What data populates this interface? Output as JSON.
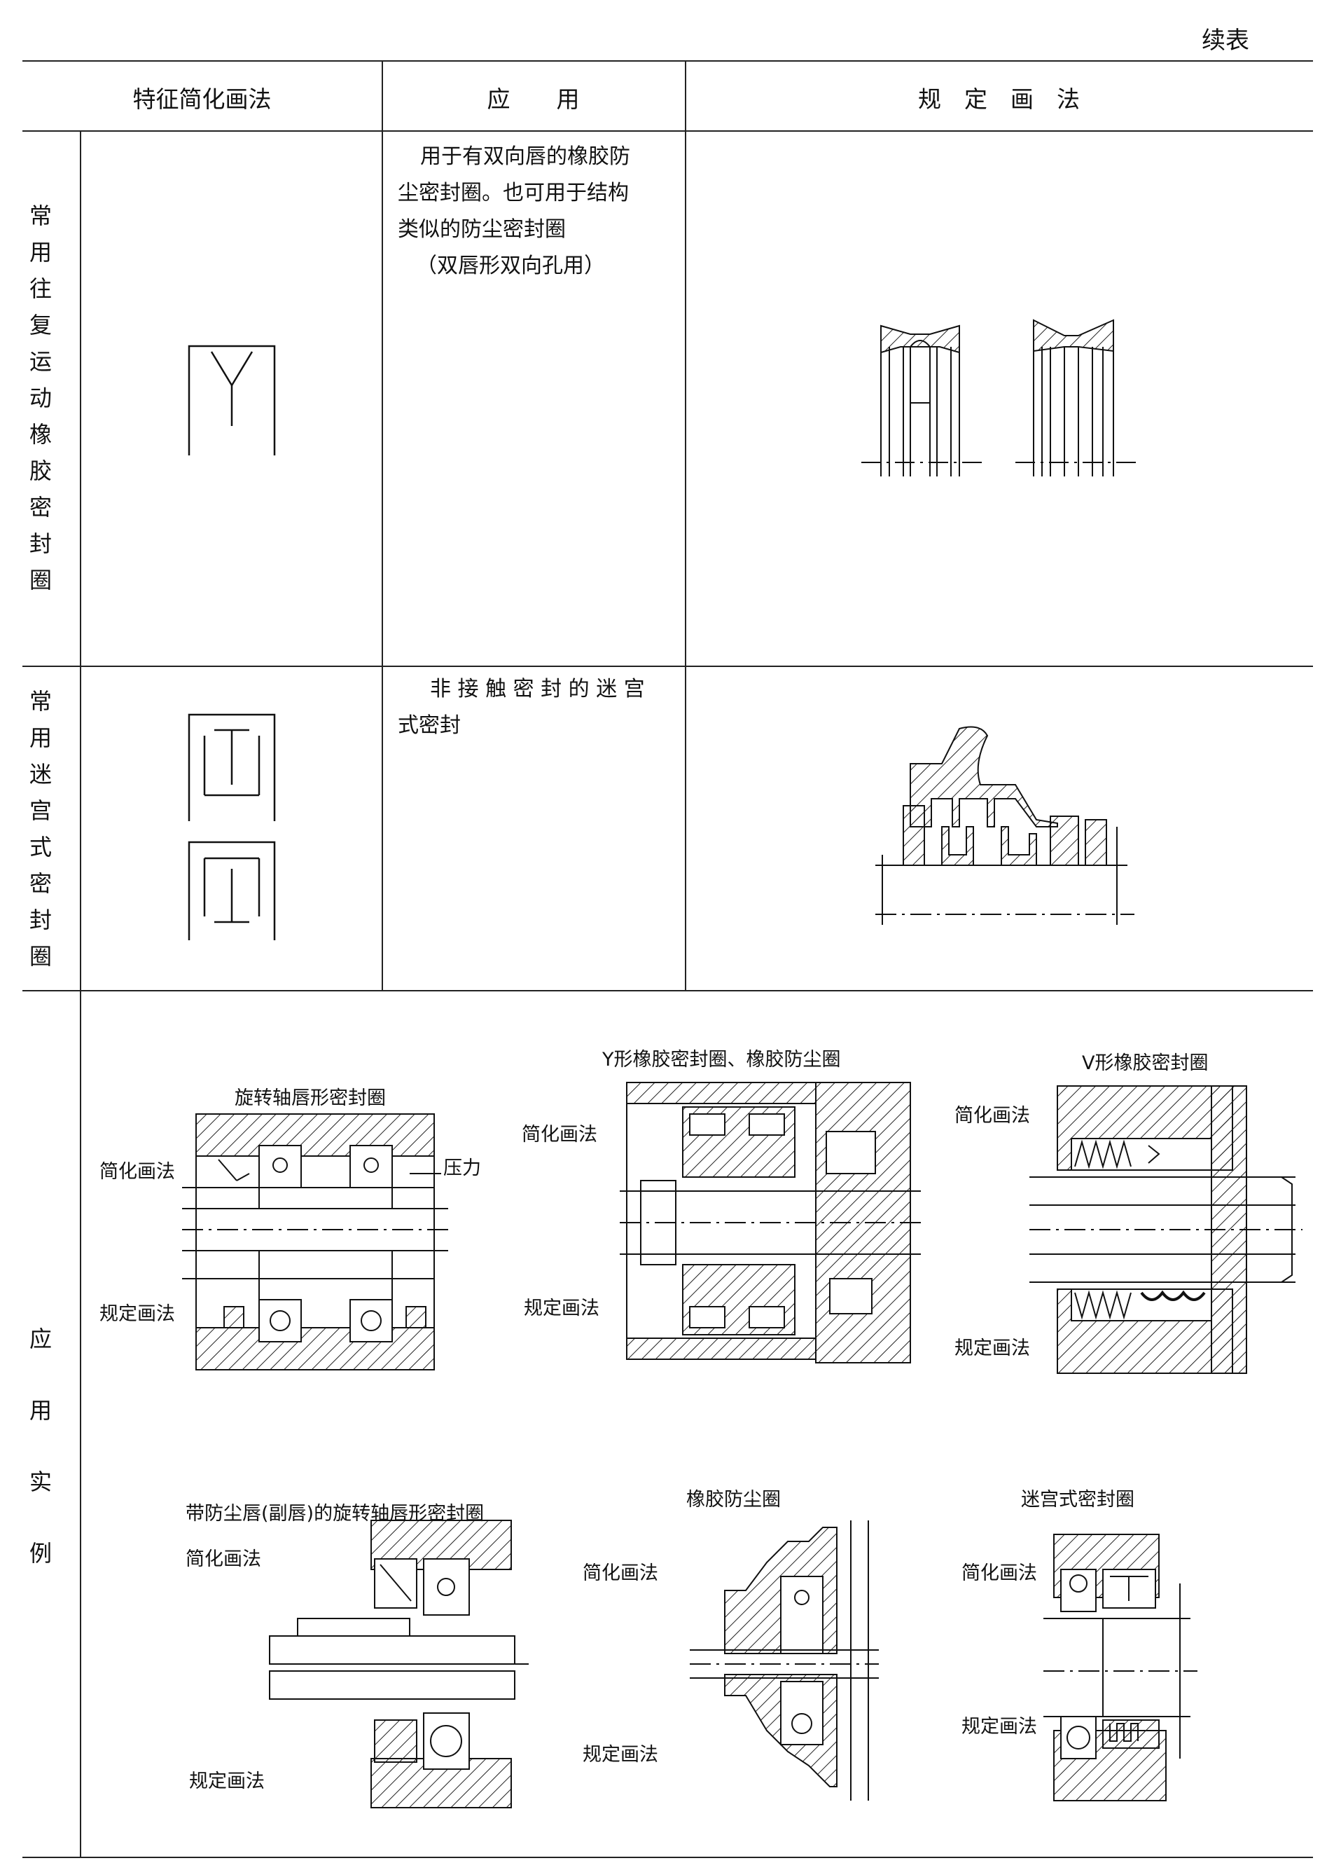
{
  "continued": "续表",
  "header": {
    "col1": "特征简化画法",
    "col2": "应　　用",
    "col3": "规　定　画　法"
  },
  "rows": [
    {
      "category": "常用往复运动橡胶密封圈",
      "application_lines": [
        "用于有双向唇的橡胶防",
        "尘密封圈。也可用于结构",
        "类似的防尘密封圈",
        "（双唇形双向孔用）"
      ]
    },
    {
      "category": "常用迷宫式密封圈",
      "application_lines": [
        "非 接 触 密 封 的 迷 宫",
        "式密封"
      ]
    }
  ],
  "examples": {
    "category": "应用实例",
    "items": [
      {
        "title": "旋转轴唇形密封圈",
        "simplified": "简化画法",
        "regular": "规定画法",
        "pressure": "压力"
      },
      {
        "title": "Y形橡胶密封圈、橡胶防尘圈",
        "simplified": "简化画法",
        "regular": "规定画法"
      },
      {
        "title": "V形橡胶密封圈",
        "simplified": "简化画法",
        "regular": "规定画法"
      },
      {
        "title": "带防尘唇(副唇)的旋转轴唇形密封圈",
        "simplified": "简化画法",
        "regular": "规定画法"
      },
      {
        "title": "橡胶防尘圈",
        "simplified": "简化画法",
        "regular": "规定画法"
      },
      {
        "title": "迷宫式密封圈",
        "simplified": "简化画法",
        "regular": "规定画法"
      }
    ]
  }
}
